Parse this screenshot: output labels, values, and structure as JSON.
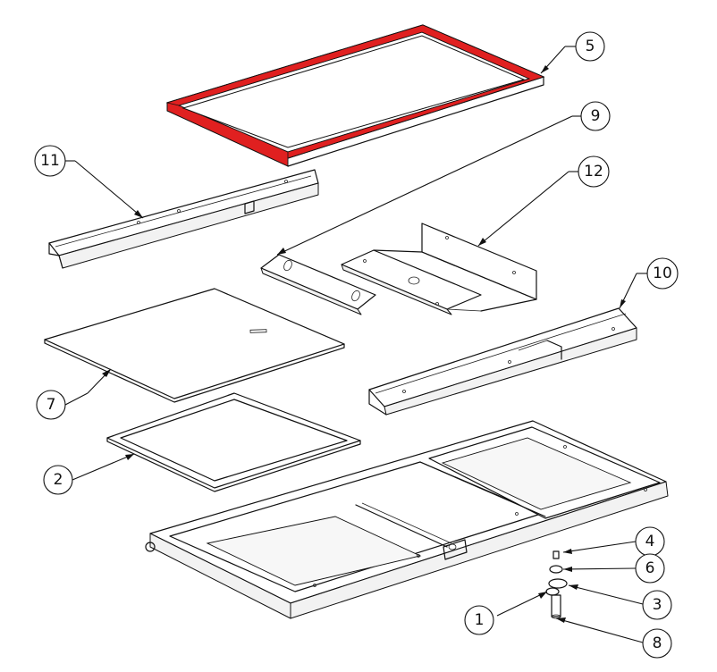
{
  "diagram": {
    "accent_gasket_color": "#e02020",
    "line_color": "#111111",
    "callouts": [
      {
        "id": "c1",
        "label": "1"
      },
      {
        "id": "c2",
        "label": "2"
      },
      {
        "id": "c3",
        "label": "3"
      },
      {
        "id": "c4",
        "label": "4"
      },
      {
        "id": "c5",
        "label": "5"
      },
      {
        "id": "c6",
        "label": "6"
      },
      {
        "id": "c7",
        "label": "7"
      },
      {
        "id": "c8",
        "label": "8"
      },
      {
        "id": "c9",
        "label": "9"
      },
      {
        "id": "c10",
        "label": "10"
      },
      {
        "id": "c11",
        "label": "11"
      },
      {
        "id": "c12",
        "label": "12"
      }
    ]
  }
}
